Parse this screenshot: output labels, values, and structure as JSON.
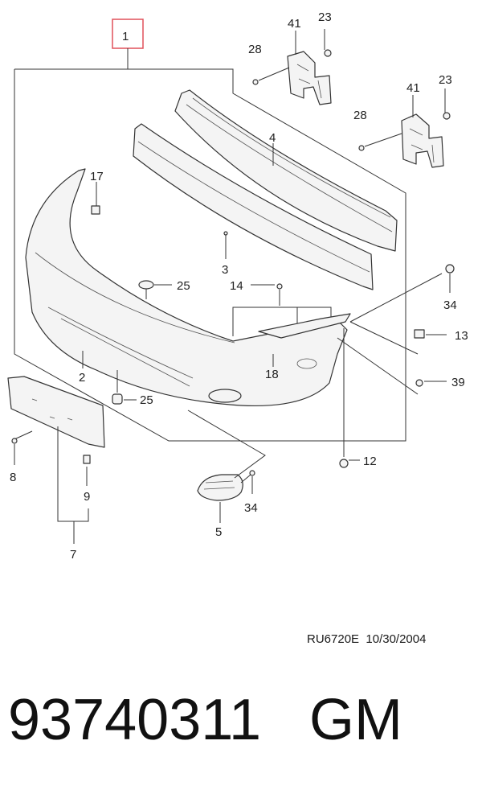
{
  "callouts": {
    "c1": "1",
    "c2": "2",
    "c3": "3",
    "c4": "4",
    "c5": "5",
    "c7": "7",
    "c8": "8",
    "c9": "9",
    "c12": "12",
    "c13": "13",
    "c14": "14",
    "c17": "17",
    "c18": "18",
    "c23a": "23",
    "c23b": "23",
    "c25a": "25",
    "c25b": "25",
    "c28a": "28",
    "c28b": "28",
    "c34a": "34",
    "c34b": "34",
    "c39": "39",
    "c41a": "41",
    "c41b": "41"
  },
  "colors": {
    "highlight_box": "#e0505a"
  },
  "footer": {
    "drawing_code": "RU6720E",
    "drawing_date": "10/30/2004"
  },
  "bottom": {
    "part_number": "93740311",
    "brand": "GM"
  }
}
